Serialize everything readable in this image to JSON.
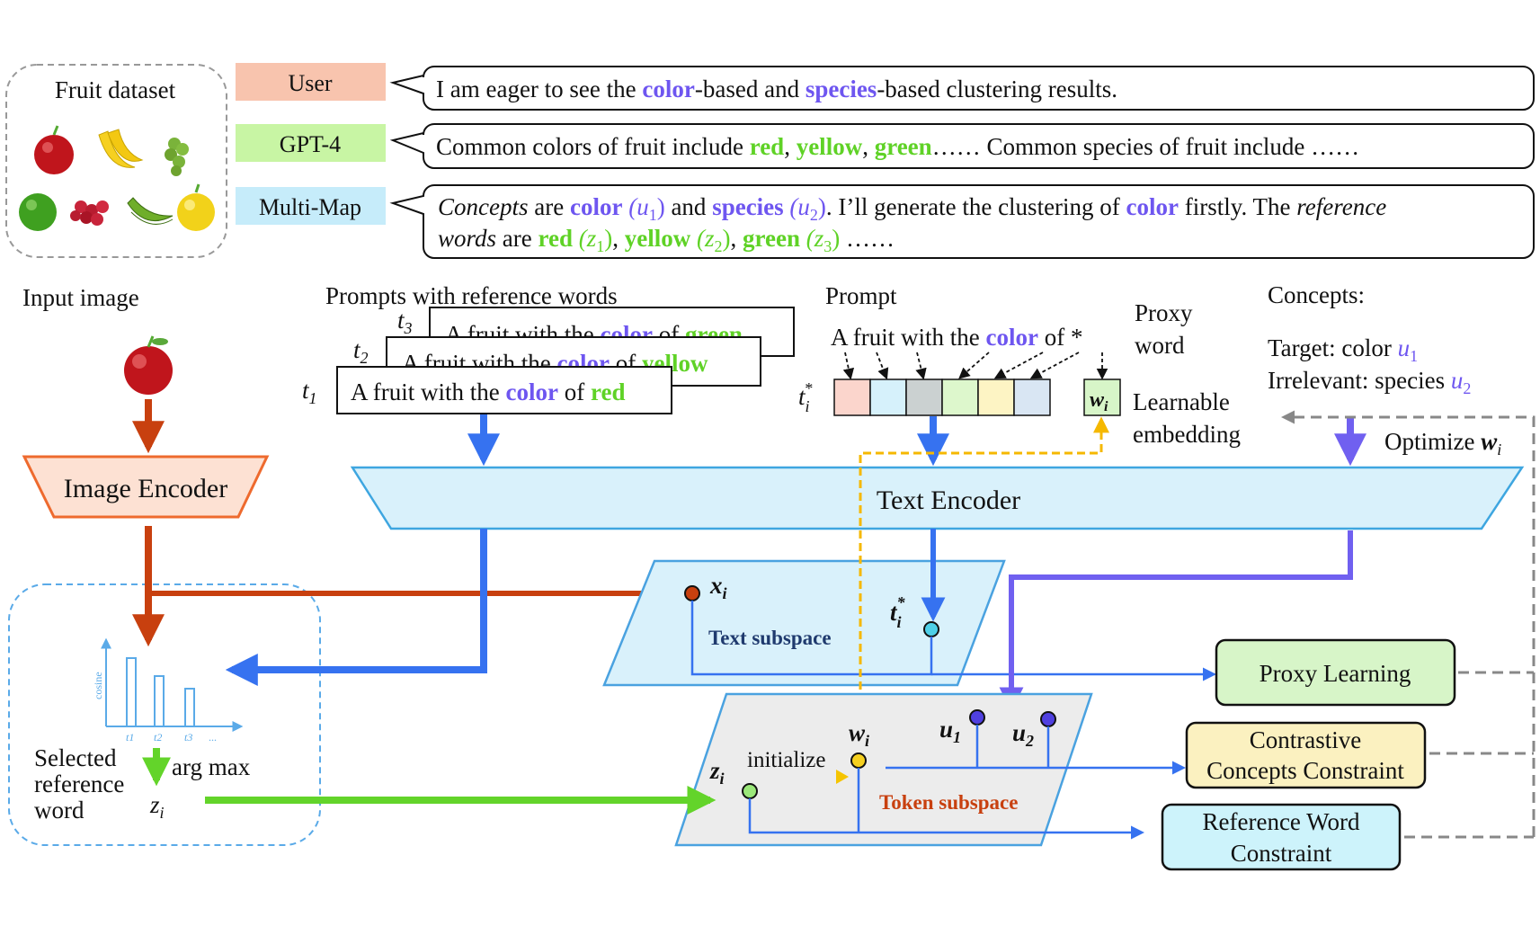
{
  "dataset": {
    "title": "Fruit dataset"
  },
  "chat": {
    "roles": {
      "user": "User",
      "gpt": "GPT-4",
      "multimap": "Multi-Map"
    },
    "user": {
      "p1": "I am eager to see the ",
      "color": "color",
      "p2": "-based and ",
      "species": "species",
      "p3": "-based clustering results."
    },
    "gpt": {
      "p1": "Common colors of fruit include ",
      "red": "red",
      "c1": ", ",
      "yellow": "yellow",
      "c2": ", ",
      "green": "green",
      "p2": "…… Common species of fruit include ……"
    },
    "multimap": {
      "concepts": "Concepts",
      "are": " are ",
      "color": "color",
      "u1": "(u",
      "u1s": "1",
      "close": ")",
      "and": " and ",
      "species": "species",
      "u2": "(u",
      "u2s": "2",
      "rest": ". I’ll generate the clustering of ",
      "color2": "color",
      "firstly": " firstly. The ",
      "reference": "reference",
      "words": "words",
      "are2": " are ",
      "red": "red",
      "z": "(z",
      "z1s": "1",
      "comma": ", ",
      "yellow": "yellow",
      "z2s": "2",
      "green": "green",
      "z3s": "3",
      "ellipsis": " ……"
    }
  },
  "input": {
    "label": "Input image"
  },
  "encoder": {
    "image": "Image Encoder",
    "text": "Text Encoder"
  },
  "prompts": {
    "label": "Prompts with reference words",
    "t1": "t",
    "t1s": "1",
    "t2": "t",
    "t2s": "2",
    "t3": "t",
    "t3s": "3",
    "base": "A fruit with the ",
    "color": "color",
    "of": " of ",
    "red": "red",
    "yellow": "yellow",
    "green": "green"
  },
  "prompt": {
    "label": "Prompt",
    "p1": "A fruit with the ",
    "color": "color",
    "p2": " of *",
    "ti": "t",
    "tis": "i",
    "tisup": "*"
  },
  "proxy": {
    "line1": "Proxy",
    "line2": "word",
    "w": "w",
    "ws": "i",
    "emb1": "Learnable",
    "emb2": "embedding"
  },
  "concepts": {
    "label": "Concepts:",
    "target": "Target: color ",
    "irrelevant": "Irrelevant: species ",
    "u": "u",
    "u1s": "1",
    "u2s": "2"
  },
  "optimize": {
    "label": "Optimize ",
    "w": "w",
    "ws": "i"
  },
  "text_subspace": {
    "label": "Text subspace",
    "x": "x",
    "xs": "i",
    "t": "t",
    "ts": "i",
    "tsup": "*"
  },
  "token_subspace": {
    "label": "Token subspace",
    "w": "w",
    "ws": "i",
    "u": "u",
    "u1s": "1",
    "u2s": "2",
    "z": "z",
    "zs": "i",
    "init": "initialize"
  },
  "selection": {
    "ylabel": "cosine",
    "ticks": [
      "t1",
      "t2",
      "t3",
      "..."
    ],
    "l1": "Selected",
    "l2": "reference",
    "l3": "word",
    "argmax": "arg max",
    "z": "z",
    "zs": "i"
  },
  "losses": {
    "proxy": "Proxy Learning",
    "ccc1": "Contrastive",
    "ccc2": "Concepts Constraint",
    "rwc1": "Reference Word",
    "rwc2": "Constraint"
  },
  "colors": {
    "purple": "#6e56f0",
    "green": "#5fd226",
    "red_arrow": "#c8400f",
    "blue_arrow": "#3672f0",
    "yellow_dash": "#f5b800",
    "user_bg": "#f8c4ae",
    "gpt_bg": "#c8f5a4",
    "mm_bg": "#c6ecfa",
    "encoder_image_bg": "#fde1d3",
    "encoder_text_bg": "#d9f1fb",
    "proxy_bg": "#d7f5c8",
    "ccc_bg": "#fbf1c0",
    "rwc_bg": "#cdf3fb"
  }
}
